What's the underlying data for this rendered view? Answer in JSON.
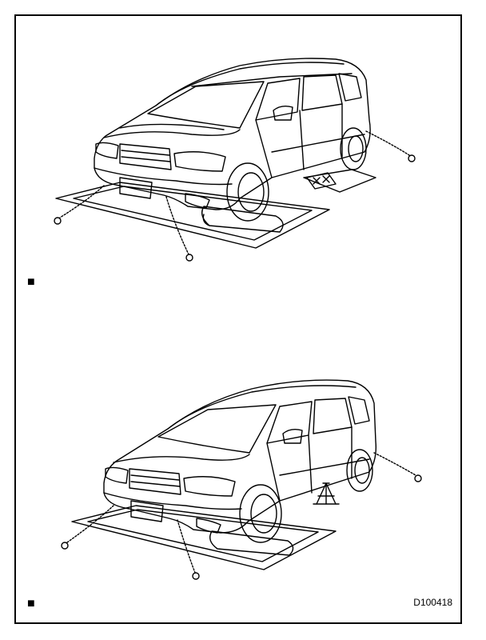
{
  "figure": {
    "code": "D100418",
    "panels": [
      {
        "name": "upper",
        "support": "wheel-chocks",
        "note_symbol": "■"
      },
      {
        "name": "lower",
        "support": "jack-stand",
        "note_symbol": "■"
      }
    ],
    "colors": {
      "line": "#000000",
      "background": "#ffffff"
    }
  }
}
